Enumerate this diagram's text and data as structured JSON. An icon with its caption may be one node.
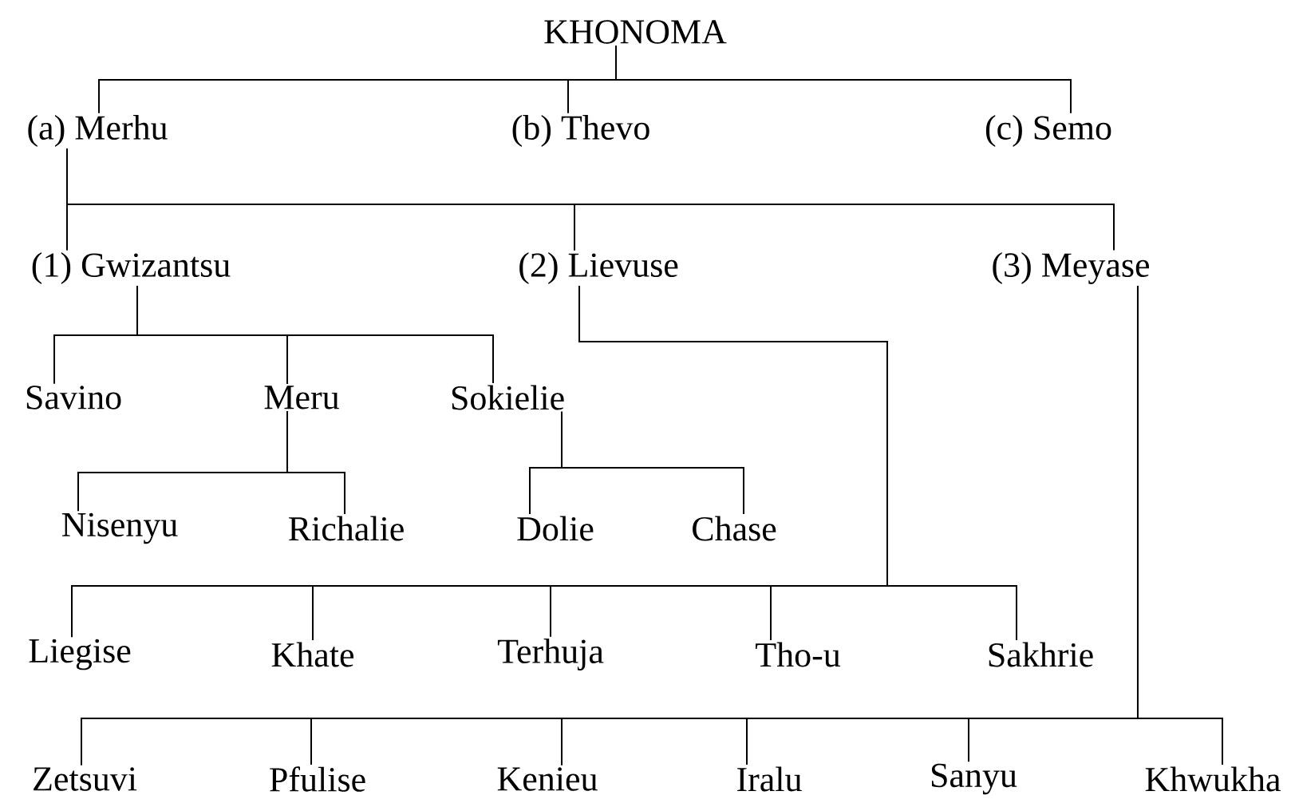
{
  "diagram": {
    "nodes": [
      {
        "text": [
          "KHONOMA"
        ]
      },
      {
        "text": [
          "(a) Merhu"
        ]
      },
      {
        "text": [
          "(b) Thevo"
        ]
      },
      {
        "text": [
          "(c) Semo"
        ]
      },
      {
        "text": [
          "(1) Gwizantsu"
        ]
      },
      {
        "text": [
          "(2) Lievuse"
        ]
      },
      {
        "text": [
          "(3) Meyase"
        ]
      },
      {
        "text": [
          "Savino"
        ]
      },
      {
        "text": [
          "Meru"
        ]
      },
      {
        "text": [
          "Sokielie"
        ]
      },
      {
        "text": [
          "Nisenyu"
        ]
      },
      {
        "text": [
          "Richalie"
        ]
      },
      {
        "text": [
          "Dolie"
        ]
      },
      {
        "text": [
          "Chase"
        ]
      },
      {
        "text": [
          "Liegise"
        ]
      },
      {
        "text": [
          "Khate"
        ]
      },
      {
        "text": [
          "Terhuja"
        ]
      },
      {
        "text": [
          "Tho-u"
        ]
      },
      {
        "text": [
          "Sakhrie"
        ]
      },
      {
        "text": [
          "Zetsuvi"
        ]
      },
      {
        "text": [
          "Pfulise"
        ]
      },
      {
        "text": [
          "Kenieu"
        ]
      },
      {
        "text": [
          "Iralu"
        ]
      },
      {
        "text": [
          "Sanyu"
        ]
      },
      {
        "text": [
          "Khwukha"
        ]
      }
    ],
    "edges": [
      {
        "from": 0,
        "to": 1,
        "arrow": "none"
      },
      {
        "from": 0,
        "to": 2,
        "arrow": "none"
      },
      {
        "from": 0,
        "to": 3,
        "arrow": "none"
      },
      {
        "from": 1,
        "to": 4,
        "arrow": "none"
      },
      {
        "from": 1,
        "to": 5,
        "arrow": "none"
      },
      {
        "from": 1,
        "to": 6,
        "arrow": "none"
      },
      {
        "from": 4,
        "to": 7,
        "arrow": "none"
      },
      {
        "from": 4,
        "to": 8,
        "arrow": "none"
      },
      {
        "from": 4,
        "to": 9,
        "arrow": "none"
      },
      {
        "from": 8,
        "to": 10,
        "arrow": "none"
      },
      {
        "from": 8,
        "to": 11,
        "arrow": "none"
      },
      {
        "from": 9,
        "to": 12,
        "arrow": "none"
      },
      {
        "from": 9,
        "to": 13,
        "arrow": "none"
      },
      {
        "from": 5,
        "to": 14,
        "arrow": "none"
      },
      {
        "from": 5,
        "to": 15,
        "arrow": "none"
      },
      {
        "from": 5,
        "to": 16,
        "arrow": "none"
      },
      {
        "from": 5,
        "to": 17,
        "arrow": "none"
      },
      {
        "from": 5,
        "to": 18,
        "arrow": "none"
      },
      {
        "from": 6,
        "to": 19,
        "arrow": "none"
      },
      {
        "from": 6,
        "to": 20,
        "arrow": "none"
      },
      {
        "from": 6,
        "to": 21,
        "arrow": "none"
      },
      {
        "from": 6,
        "to": 22,
        "arrow": "none"
      },
      {
        "from": 6,
        "to": 23,
        "arrow": "none"
      },
      {
        "from": 6,
        "to": 24,
        "arrow": "none"
      }
    ]
  }
}
